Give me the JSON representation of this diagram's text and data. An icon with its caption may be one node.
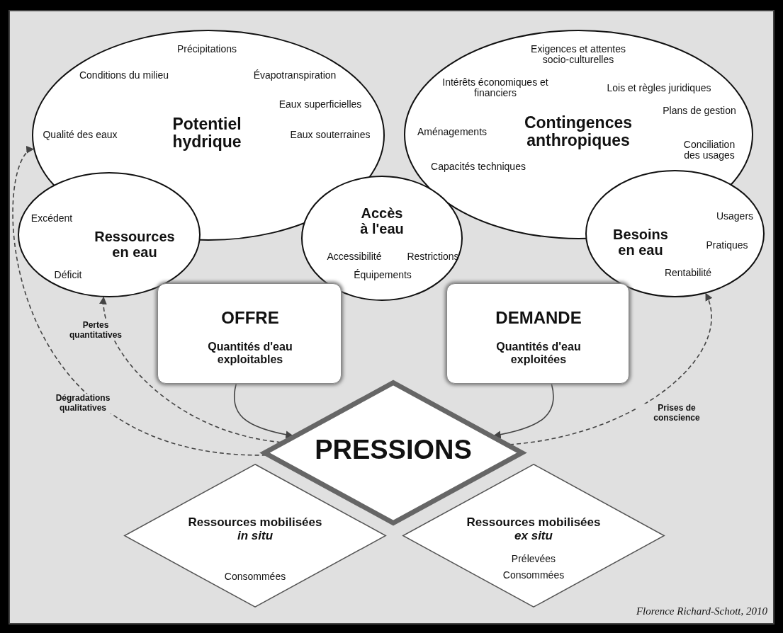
{
  "diagram": {
    "nodes": [
      {
        "text": [
          "Précipitations",
          "Conditions du milieu",
          "Évapotranspiration",
          "Eaux superficielles",
          "Qualité des eaux",
          "Potentiel hydrique",
          "Eaux souterraines"
        ]
      },
      {
        "text": [
          "Exigences et attentes socio-culturelles",
          "Intérêts économiques et financiers",
          "Lois et règles juridiques",
          "Plans de gestion",
          "Aménagements",
          "Contingences anthropiques",
          "Conciliation des usages",
          "Capacités techniques"
        ]
      },
      {
        "text": [
          "Excédent",
          "Ressources en eau",
          "Déficit"
        ]
      },
      {
        "text": [
          "Accès à l'eau",
          "Accessibilité",
          "Restrictions",
          "Équipements"
        ]
      },
      {
        "text": [
          "Usagers",
          "Besoins en eau",
          "Pratiques",
          "Rentabilité"
        ]
      },
      {
        "text": [
          "OFFRE",
          "Quantités d'eau exploitables"
        ]
      },
      {
        "text": [
          "DEMANDE",
          "Quantités d'eau exploitées"
        ]
      },
      {
        "text": [
          "PRESSIONS"
        ]
      },
      {
        "text": [
          "Ressources mobilisées *in situ*",
          "Consommées"
        ]
      },
      {
        "text": [
          "Ressources mobilisées *ex situ*",
          "Prélevées",
          "Consommées"
        ]
      }
    ],
    "edges": [
      {
        "from": 5,
        "to": 7,
        "arrow": "to"
      },
      {
        "from": 6,
        "to": 7,
        "arrow": "to"
      },
      {
        "from": 7,
        "to": 2,
        "arrow": "to",
        "label": "Pertes quantitatives",
        "style": "dashed"
      },
      {
        "from": 7,
        "to": 0,
        "arrow": "to",
        "label": "Dégradations qualitatives",
        "style": "dashed"
      },
      {
        "from": 7,
        "to": 4,
        "arrow": "to",
        "label": "Prises de conscience",
        "style": "dashed"
      }
    ],
    "labels": [
      "Florence Richard-Schott, 2010"
    ]
  }
}
